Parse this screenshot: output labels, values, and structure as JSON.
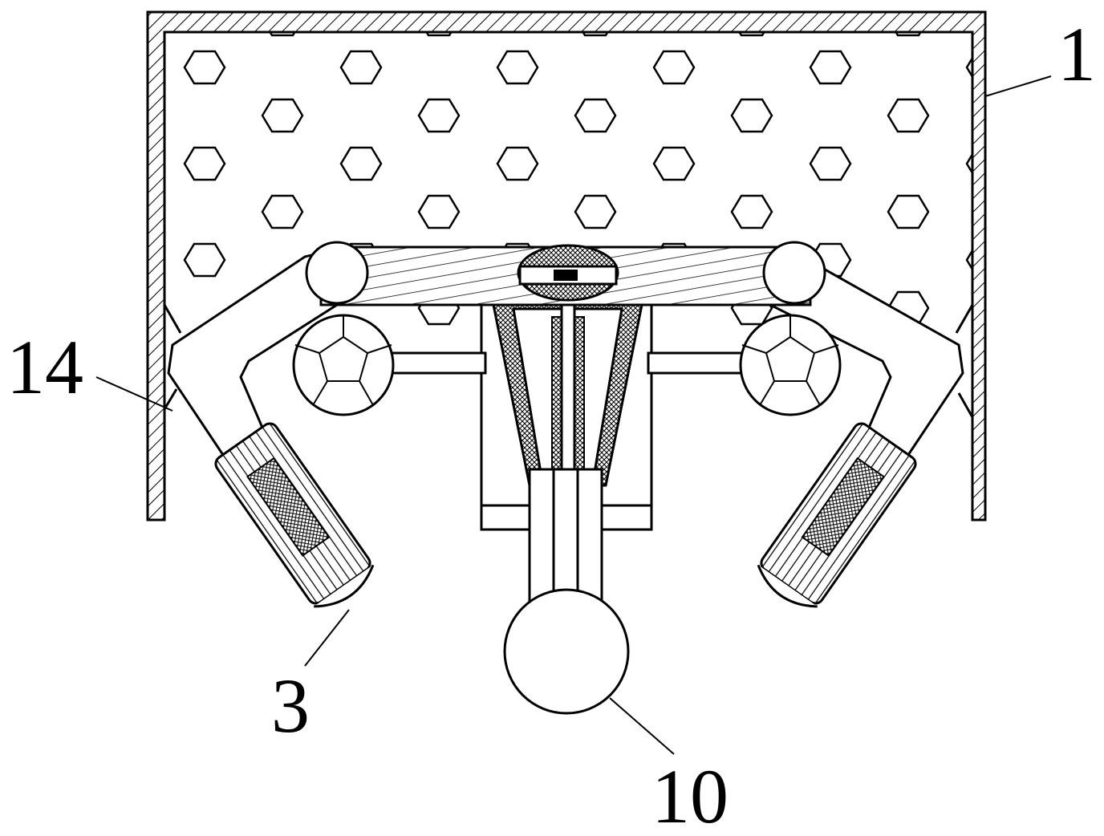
{
  "labels": {
    "housing": "1",
    "side_part": "14",
    "clamp": "3",
    "ball": "10"
  },
  "colors": {
    "line": "#000000",
    "background": "#ffffff"
  }
}
